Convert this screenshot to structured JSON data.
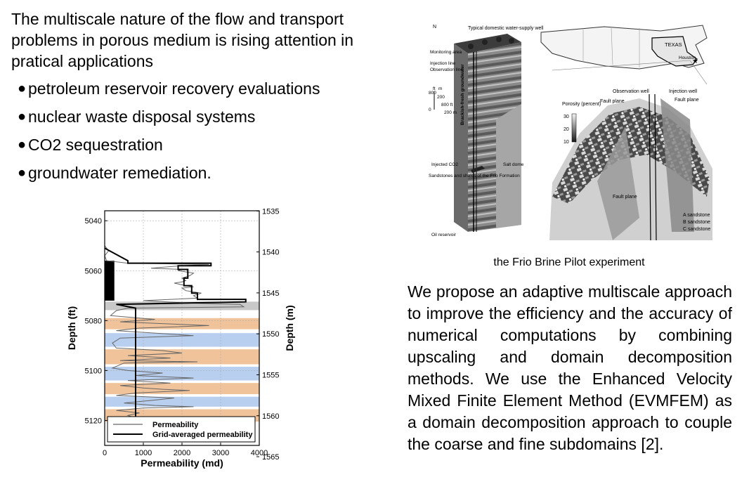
{
  "intro": {
    "paragraph": "The multiscale nature of the flow and transport problems in porous medium is rising attention in pratical applications",
    "bullets": [
      "petroleum reservoir recovery evaluations",
      "nuclear waste disposal systems",
      "CO2 sequestration",
      "groundwater remediation."
    ]
  },
  "chart_data": {
    "type": "line",
    "xlabel": "Permeability (md)",
    "ylabel": "Depth (ft)",
    "ylabel_right": "Depth (m)",
    "xlim": [
      0,
      4000
    ],
    "ylim": [
      5036,
      5130
    ],
    "x_ticks": [
      "0",
      "1000",
      "2000",
      "3000",
      "4000"
    ],
    "y_ticks_left": [
      "5040",
      "5060",
      "5080",
      "5100",
      "5120"
    ],
    "y_ticks_right": [
      "1535",
      "1540",
      "1545",
      "1550",
      "1555",
      "1560",
      "1565"
    ],
    "legend_position": "bottom",
    "bands": [
      {
        "from": 5072.4,
        "to": 5075.8,
        "color": "#c8c8c8"
      },
      {
        "from": 5079.0,
        "to": 5083.5,
        "color": "#f0c39a"
      },
      {
        "from": 5083.5,
        "to": 5085.0,
        "color": "#ffffff"
      },
      {
        "from": 5085.0,
        "to": 5090.5,
        "color": "#b8cff0"
      },
      {
        "from": 5090.5,
        "to": 5091.5,
        "color": "#ffffff"
      },
      {
        "from": 5091.5,
        "to": 5097.5,
        "color": "#f0c39a"
      },
      {
        "from": 5097.5,
        "to": 5098.5,
        "color": "#ffffff"
      },
      {
        "from": 5098.5,
        "to": 5104.0,
        "color": "#b8cff0"
      },
      {
        "from": 5104.0,
        "to": 5105.0,
        "color": "#ffffff"
      },
      {
        "from": 5105.0,
        "to": 5109.5,
        "color": "#f0c39a"
      },
      {
        "from": 5109.5,
        "to": 5110.5,
        "color": "#ffffff"
      },
      {
        "from": 5110.5,
        "to": 5114.5,
        "color": "#b8cff0"
      },
      {
        "from": 5114.5,
        "to": 5115.5,
        "color": "#ffffff"
      },
      {
        "from": 5115.5,
        "to": 5120.5,
        "color": "#f0c39a"
      }
    ],
    "series": [
      {
        "name": "Permeability",
        "color": "#666666",
        "width": 1,
        "points": [
          [
            0,
            5050
          ],
          [
            100,
            5052
          ],
          [
            50,
            5053
          ],
          [
            0,
            5054
          ],
          [
            50,
            5056
          ],
          [
            600,
            5057
          ],
          [
            2700,
            5057.5
          ],
          [
            2000,
            5058
          ],
          [
            1200,
            5059
          ],
          [
            2000,
            5059.5
          ],
          [
            1900,
            5060
          ],
          [
            2300,
            5061
          ],
          [
            2200,
            5062
          ],
          [
            2000,
            5063
          ],
          [
            2100,
            5064
          ],
          [
            2000,
            5064.5
          ],
          [
            1800,
            5065
          ],
          [
            2100,
            5066
          ],
          [
            2300,
            5066.5
          ],
          [
            2000,
            5067
          ],
          [
            2100,
            5068
          ],
          [
            2500,
            5069
          ],
          [
            2300,
            5070
          ],
          [
            2400,
            5071
          ],
          [
            1000,
            5072
          ],
          [
            2200,
            5073
          ],
          [
            3500,
            5073.5
          ],
          [
            3600,
            5074.5
          ],
          [
            600,
            5075
          ],
          [
            300,
            5076
          ],
          [
            150,
            5078
          ],
          [
            1300,
            5079.5
          ],
          [
            400,
            5080.5
          ],
          [
            2700,
            5082
          ],
          [
            900,
            5083
          ],
          [
            300,
            5084
          ],
          [
            2300,
            5086
          ],
          [
            400,
            5087
          ],
          [
            200,
            5089
          ],
          [
            300,
            5091
          ],
          [
            1500,
            5092
          ],
          [
            2000,
            5093
          ],
          [
            600,
            5094
          ],
          [
            1700,
            5095
          ],
          [
            400,
            5096
          ],
          [
            2400,
            5096.5
          ],
          [
            500,
            5097
          ],
          [
            200,
            5099
          ],
          [
            600,
            5100
          ],
          [
            1500,
            5101
          ],
          [
            800,
            5102
          ],
          [
            2300,
            5103
          ],
          [
            600,
            5104
          ],
          [
            1700,
            5105
          ],
          [
            400,
            5106
          ],
          [
            1000,
            5107
          ],
          [
            1500,
            5107.5
          ],
          [
            2200,
            5108
          ],
          [
            800,
            5109
          ],
          [
            300,
            5110
          ],
          [
            1800,
            5111
          ],
          [
            1200,
            5112
          ],
          [
            500,
            5113
          ],
          [
            1300,
            5114
          ],
          [
            2300,
            5114.5
          ],
          [
            1000,
            5115
          ],
          [
            300,
            5116
          ],
          [
            900,
            5117
          ],
          [
            600,
            5118
          ],
          [
            800,
            5119
          ],
          [
            800,
            5120
          ]
        ]
      },
      {
        "name": "Grid-averaged permeability",
        "color": "#000000",
        "width": 2,
        "points": [
          [
            0,
            5051
          ],
          [
            600,
            5056
          ],
          [
            600,
            5057
          ],
          [
            2750,
            5057
          ],
          [
            2750,
            5058
          ],
          [
            1900,
            5058
          ],
          [
            1900,
            5059.5
          ],
          [
            2150,
            5059.5
          ],
          [
            2150,
            5063
          ],
          [
            2050,
            5063
          ],
          [
            2050,
            5066
          ],
          [
            2250,
            5066
          ],
          [
            2250,
            5069
          ],
          [
            2400,
            5069
          ],
          [
            2400,
            5071.5
          ],
          [
            3650,
            5071.5
          ],
          [
            3650,
            5072.5
          ],
          [
            300,
            5073.5
          ],
          [
            800,
            5075
          ],
          [
            800,
            5121
          ]
        ]
      }
    ],
    "fill_region": {
      "x_max": 250,
      "from": 5056,
      "to": 5072,
      "color": "#000000"
    }
  },
  "figure": {
    "callouts_left": [
      "Monitoring area",
      "Injection line",
      "Observation line"
    ],
    "callout_top": "Typical domestic water-supply well",
    "callout_brackish": "Brackish-fresh groundwater",
    "scale_units": [
      "ft",
      "m"
    ],
    "scale_values": [
      "800",
      "200",
      "200 m",
      "800 ft",
      "0",
      "0"
    ],
    "label_injected": "Injected CO2",
    "label_sandstones": "Sandstones and shales of the Frio Formation",
    "label_salt": "Salt dome",
    "label_oil": "Oil reservoir",
    "map_state": "TEXAS",
    "map_city": "Houston",
    "legend_title": "Porosity (percent)",
    "legend_values": [
      "30",
      "20",
      "10"
    ],
    "label_observation": "Observation well",
    "label_injection": "Injection well",
    "label_fault_left": "Fault plane",
    "label_fault_right": "Fault plane",
    "label_fault_bottom": "Fault plane",
    "sandstones": [
      "A sandstone",
      "B sandstone",
      "C sandstone"
    ]
  },
  "caption": "the Frio Brine Pilot experiment",
  "proposal": "We propose an adaptive multiscale approach to improve the efficiency and the accuracy of numerical computations by combining upscaling and domain decomposition methods.  We use the Enhanced Velocity Mixed Finite Element Method (EVMFEM) as a domain decomposition approach to couple the coarse and fine subdomains [2]."
}
